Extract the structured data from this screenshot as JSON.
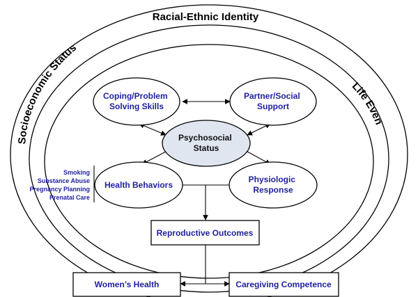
{
  "rings": {
    "outer": "Socioeconomic Status",
    "middle": "Racial-Ethnic Identity",
    "inner": "Life Events"
  },
  "nodes": {
    "coping": [
      "Coping/Problem",
      "Solving Skills"
    ],
    "partner": [
      "Partner/Social",
      "Support"
    ],
    "psychosocial": [
      "Psychosocial",
      "Status"
    ],
    "health_behaviors": "Health Behaviors",
    "physiologic": [
      "Physiologic",
      "Response"
    ],
    "reproductive": "Reproductive Outcomes",
    "womens_health": "Women’s Health",
    "caregiving": "Caregiving Competence"
  },
  "behavior_items": [
    "Smoking",
    "Substance Abuse",
    "Pregnancy Planning",
    "Prenatal Care"
  ],
  "colors": {
    "text_blue": "#1f1f9e",
    "center_fill": "#dfe6f0"
  }
}
